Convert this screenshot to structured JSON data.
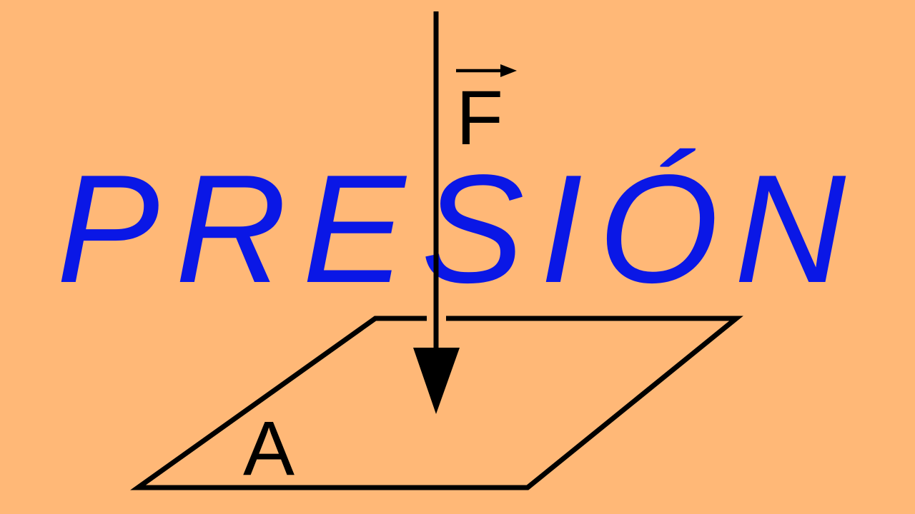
{
  "title": "PRESIÓN",
  "force_label": "F",
  "area_label": "A",
  "colors": {
    "background": "#FFB877",
    "title": "#0A17E6",
    "lines": "#000000"
  },
  "icons": {
    "force_arrow": "down-arrow",
    "vector_marker": "right-arrow"
  }
}
